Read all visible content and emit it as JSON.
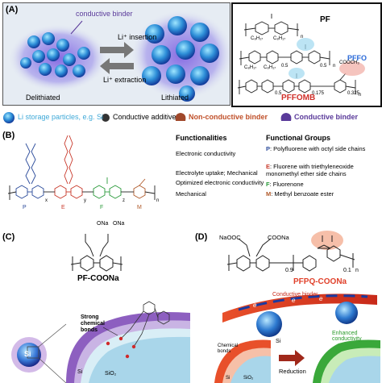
{
  "panelA": {
    "tag": "(A)",
    "binder_label": "conductive binder",
    "insertion": "Li⁺ insertion",
    "extraction": "Li⁺ extraction",
    "left_state": "Delithiated",
    "right_state": "Lithiated",
    "polymers": [
      "PF",
      "PFFO",
      "PFFOMB"
    ],
    "chain_c8h17": "C₈H₁₇",
    "cooch3": "COOCH₃",
    "sub_n": "n",
    "sub_05": "0.5",
    "sub_0175": "0.175",
    "sub_0325": "0.325"
  },
  "legend": {
    "items": [
      "Li storage particles, e.g. Si",
      "Conductive additive",
      "Non-conductive binder",
      "Conductive binder"
    ],
    "colors": [
      "#3fa9d8",
      "#333333",
      "#c0502a",
      "#5a3a9a"
    ]
  },
  "panelB": {
    "tag": "(B)",
    "functionalities_header": "Functionalities",
    "groups_header": "Functional Groups",
    "functionalities": [
      "Electronic conductivity",
      "Electrolyte uptake; Mechanical",
      "Optimized electronic conductivity",
      "Mechanical"
    ],
    "groups": [
      {
        "key": "P",
        "text": ": Polyfluorene with octyl side chains",
        "color": "#2a4a9a"
      },
      {
        "key": "E",
        "text": ": Fluorene with triethyleneoxide monomethyl ether side chains",
        "color": "#c8382a"
      },
      {
        "key": "F",
        "text": ": Fluorenone",
        "color": "#2a9a3a"
      },
      {
        "key": "M",
        "text": ": Methyl benzoate ester",
        "color": "#b05a2a"
      }
    ],
    "unit_labels": [
      "P",
      "E",
      "F",
      "M"
    ],
    "subscripts": [
      "x",
      "y",
      "z",
      "n"
    ]
  },
  "panelC": {
    "tag": "(C)",
    "ona": "ONa",
    "title": "PF-COONa",
    "bond_label": "Strong chemical bonds",
    "si": "Si",
    "sio2": "SiO₂"
  },
  "panelD": {
    "tag": "(D)",
    "naooc": "NaOOC",
    "coona": "COONa",
    "sub_09": "0.9",
    "sub_01": "0.1",
    "sub_n": "n",
    "title": "PFPQ-COONa",
    "binder_label": "Conductive binder",
    "electron": "e",
    "si": "Si",
    "enhanced": "Enhanced conductivity",
    "reduction": "Reduction",
    "chem_bonds": "Chemical bonds",
    "si_small": "Si",
    "sio2_small": "SiO₂"
  }
}
